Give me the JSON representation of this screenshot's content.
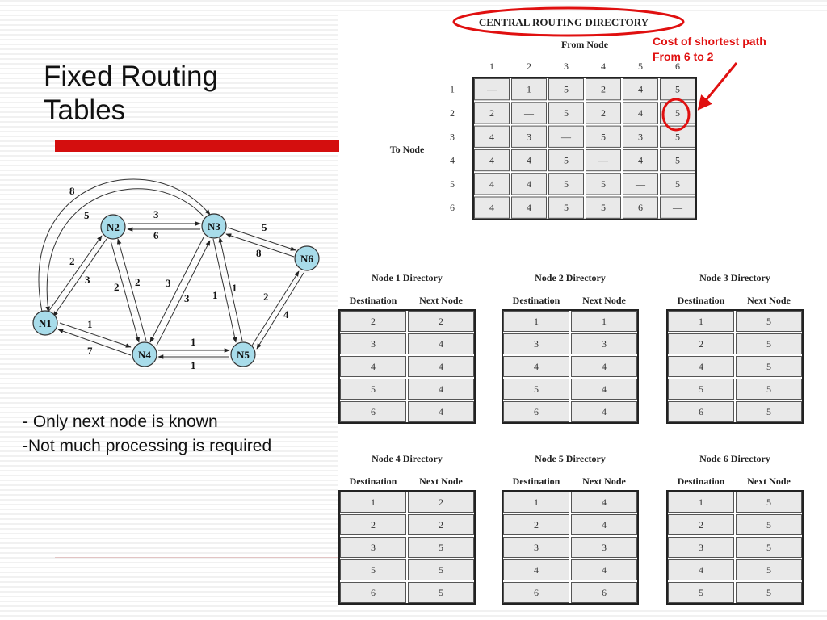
{
  "slide": {
    "title": "Fixed Routing Tables",
    "bullets": [
      "- Only next node is known",
      "-Not much processing is required"
    ]
  },
  "central": {
    "title": "CENTRAL ROUTING DIRECTORY",
    "from_label": "From Node",
    "to_label": "To Node",
    "columns": [
      "1",
      "2",
      "3",
      "4",
      "5",
      "6"
    ],
    "rows": [
      {
        "node": "1",
        "cells": [
          "—",
          "1",
          "5",
          "2",
          "4",
          "5"
        ]
      },
      {
        "node": "2",
        "cells": [
          "2",
          "—",
          "5",
          "2",
          "4",
          "5"
        ]
      },
      {
        "node": "3",
        "cells": [
          "4",
          "3",
          "—",
          "5",
          "3",
          "5"
        ]
      },
      {
        "node": "4",
        "cells": [
          "4",
          "4",
          "5",
          "—",
          "4",
          "5"
        ]
      },
      {
        "node": "5",
        "cells": [
          "4",
          "4",
          "5",
          "5",
          "—",
          "5"
        ]
      },
      {
        "node": "6",
        "cells": [
          "4",
          "4",
          "5",
          "5",
          "6",
          "—"
        ]
      }
    ]
  },
  "annotation": {
    "text": "Cost of shortest path From 6 to 2",
    "color": "#e01010"
  },
  "graph": {
    "nodes": [
      {
        "id": "N1",
        "label": "N1"
      },
      {
        "id": "N2",
        "label": "N2"
      },
      {
        "id": "N3",
        "label": "N3"
      },
      {
        "id": "N4",
        "label": "N4"
      },
      {
        "id": "N5",
        "label": "N5"
      },
      {
        "id": "N6",
        "label": "N6"
      }
    ],
    "edge_costs": [
      "8",
      "5",
      "3",
      "6",
      "5",
      "8",
      "2",
      "3",
      "2",
      "2",
      "3",
      "3",
      "1",
      "1",
      "2",
      "4",
      "1",
      "7",
      "1",
      "1"
    ],
    "node_fill": "#a8dcea"
  },
  "directories": [
    {
      "title": "Node 1 Directory",
      "headers": [
        "Destination",
        "Next Node"
      ],
      "rows": [
        [
          "2",
          "2"
        ],
        [
          "3",
          "4"
        ],
        [
          "4",
          "4"
        ],
        [
          "5",
          "4"
        ],
        [
          "6",
          "4"
        ]
      ]
    },
    {
      "title": "Node 2 Directory",
      "headers": [
        "Destination",
        "Next Node"
      ],
      "rows": [
        [
          "1",
          "1"
        ],
        [
          "3",
          "3"
        ],
        [
          "4",
          "4"
        ],
        [
          "5",
          "4"
        ],
        [
          "6",
          "4"
        ]
      ]
    },
    {
      "title": "Node 3 Directory",
      "headers": [
        "Destination",
        "Next Node"
      ],
      "rows": [
        [
          "1",
          "5"
        ],
        [
          "2",
          "5"
        ],
        [
          "4",
          "5"
        ],
        [
          "5",
          "5"
        ],
        [
          "6",
          "5"
        ]
      ]
    },
    {
      "title": "Node 4 Directory",
      "headers": [
        "Destination",
        "Next Node"
      ],
      "rows": [
        [
          "1",
          "2"
        ],
        [
          "2",
          "2"
        ],
        [
          "3",
          "5"
        ],
        [
          "5",
          "5"
        ],
        [
          "6",
          "5"
        ]
      ]
    },
    {
      "title": "Node 5 Directory",
      "headers": [
        "Destination",
        "Next Node"
      ],
      "rows": [
        [
          "1",
          "4"
        ],
        [
          "2",
          "4"
        ],
        [
          "3",
          "3"
        ],
        [
          "4",
          "4"
        ],
        [
          "6",
          "6"
        ]
      ]
    },
    {
      "title": "Node 6 Directory",
      "headers": [
        "Destination",
        "Next Node"
      ],
      "rows": [
        [
          "1",
          "5"
        ],
        [
          "2",
          "5"
        ],
        [
          "3",
          "5"
        ],
        [
          "4",
          "5"
        ],
        [
          "5",
          "5"
        ]
      ]
    }
  ]
}
